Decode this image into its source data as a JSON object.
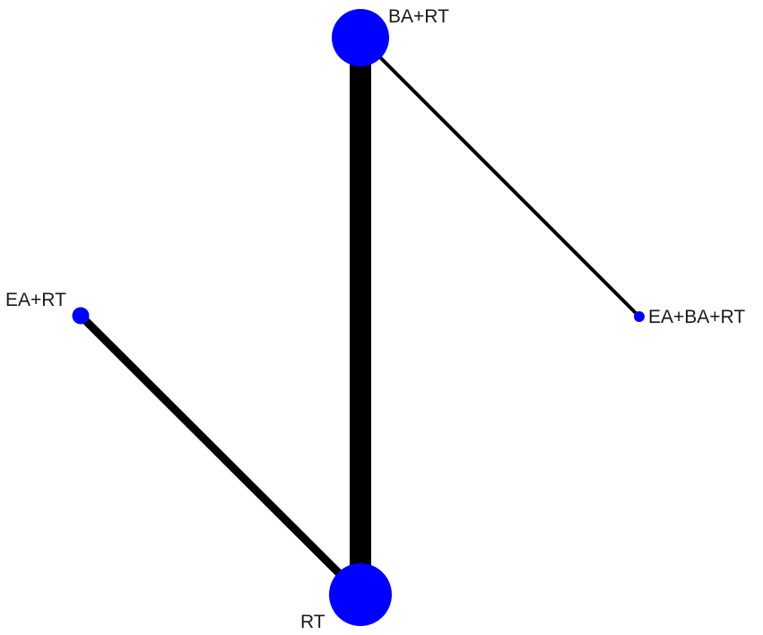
{
  "diagram": {
    "type": "network",
    "node_color": "#0000ff",
    "edge_color": "#000000",
    "nodes": [
      {
        "id": "BA+RT",
        "label": "BA+RT",
        "size": "large"
      },
      {
        "id": "EA+RT",
        "label": "EA+RT",
        "size": "small"
      },
      {
        "id": "EA+BA+RT",
        "label": "EA+BA+RT",
        "size": "tiny"
      },
      {
        "id": "RT",
        "label": "RT",
        "size": "large"
      }
    ],
    "edges": [
      {
        "from": "BA+RT",
        "to": "RT",
        "weight": "thick"
      },
      {
        "from": "BA+RT",
        "to": "EA+BA+RT",
        "weight": "thin"
      },
      {
        "from": "EA+RT",
        "to": "RT",
        "weight": "medium"
      }
    ]
  }
}
